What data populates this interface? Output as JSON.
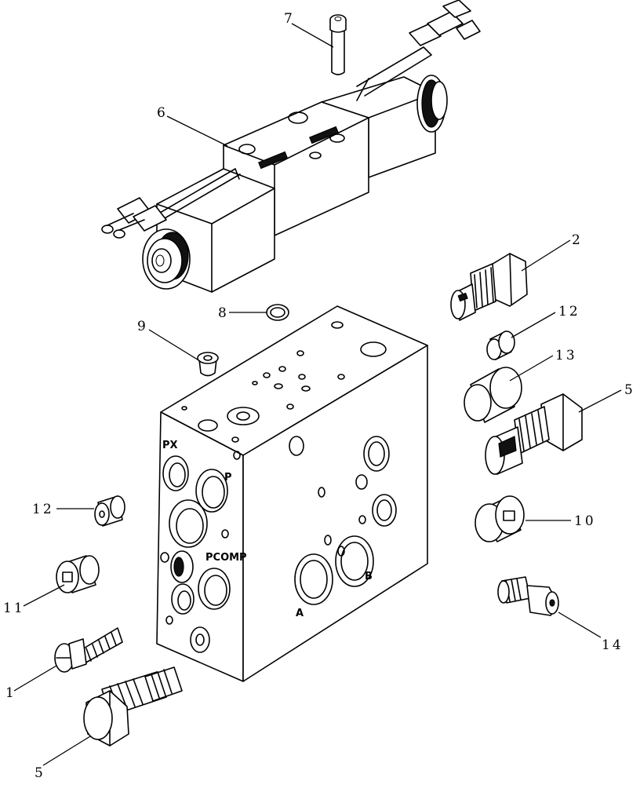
{
  "callouts": {
    "c1": "1",
    "c2": "2",
    "c5_top": "5",
    "c5_bottom": "5",
    "c6": "6",
    "c7": "7",
    "c8": "8",
    "c9": "9",
    "c10": "10",
    "c11": "11",
    "c12_left": "12",
    "c12_right": "12",
    "c13": "13",
    "c14": "14"
  },
  "ports": {
    "px": "PX",
    "p": "P",
    "pcomp": "PCOMP",
    "a": "A",
    "b": "B"
  }
}
